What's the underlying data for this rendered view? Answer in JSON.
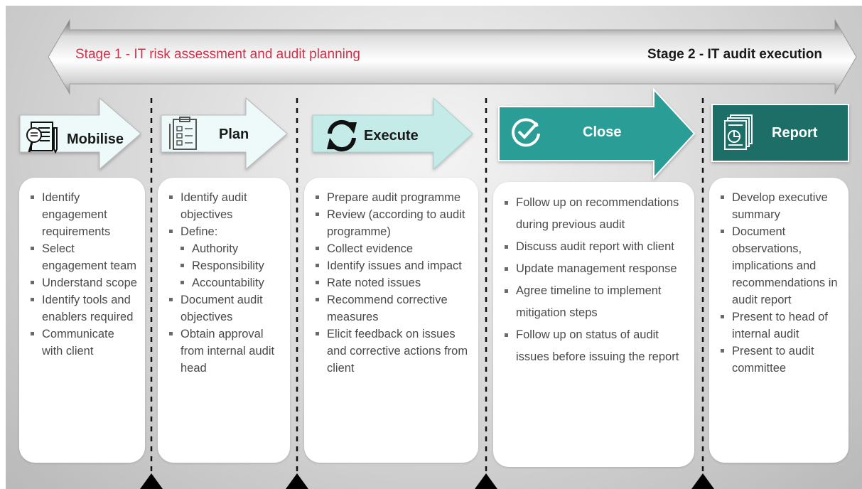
{
  "stages": {
    "stage1_label": "Stage 1 - IT risk assessment and audit planning",
    "stage2_label": "Stage 2 - IT audit execution"
  },
  "colors": {
    "stage1_text": "#d0314a",
    "mobilise_fill": "#eefaf9",
    "plan_fill": "#eefaf9",
    "execute_fill": "#c4ebe8",
    "close_fill": "#2a9e96",
    "report_fill": "#1c6e66"
  },
  "phases": [
    {
      "id": "mobilise",
      "title": "Mobilise",
      "icon": "magnifier-document-icon",
      "items": [
        {
          "text": "Identify engagement requirements"
        },
        {
          "text": "Select engagement team"
        },
        {
          "text": "Understand scope"
        },
        {
          "text": "Identify tools and enablers required"
        },
        {
          "text": "Communicate with client"
        }
      ]
    },
    {
      "id": "plan",
      "title": "Plan",
      "icon": "clipboard-checklist-icon",
      "items": [
        {
          "text": "Identify audit objectives"
        },
        {
          "text": "Define:"
        },
        {
          "text": "Authority",
          "sub": true
        },
        {
          "text": "Responsibility",
          "sub": true
        },
        {
          "text": "Accountability",
          "sub": true
        },
        {
          "text": "Document audit objectives"
        },
        {
          "text": "Obtain approval from  internal audit head"
        }
      ]
    },
    {
      "id": "execute",
      "title": "Execute",
      "icon": "refresh-arrows-icon",
      "items": [
        {
          "text": "Prepare audit programme"
        },
        {
          "text": "Review (according to audit programme)"
        },
        {
          "text": "Collect evidence"
        },
        {
          "text": "Identify issues and impact"
        },
        {
          "text": "Rate noted issues"
        },
        {
          "text": "Recommend corrective measures"
        },
        {
          "text": "Elicit feedback on issues and corrective actions from client"
        }
      ]
    },
    {
      "id": "close",
      "title": "Close",
      "icon": "check-circle-icon",
      "items": [
        {
          "text": "Follow up on recommendations during previous audit"
        },
        {
          "text": "Discuss audit report with client"
        },
        {
          "text": "Update management response"
        },
        {
          "text": "Agree timeline to implement mitigation steps"
        },
        {
          "text": "Follow up on status of audit issues before issuing the report"
        }
      ]
    },
    {
      "id": "report",
      "title": "Report",
      "icon": "report-documents-icon",
      "items": [
        {
          "text": "Develop executive summary"
        },
        {
          "text": "Document observations, implications and recommendations in audit report"
        },
        {
          "text": "Present to head of internal audit"
        },
        {
          "text": "Present to audit committee"
        }
      ]
    }
  ]
}
